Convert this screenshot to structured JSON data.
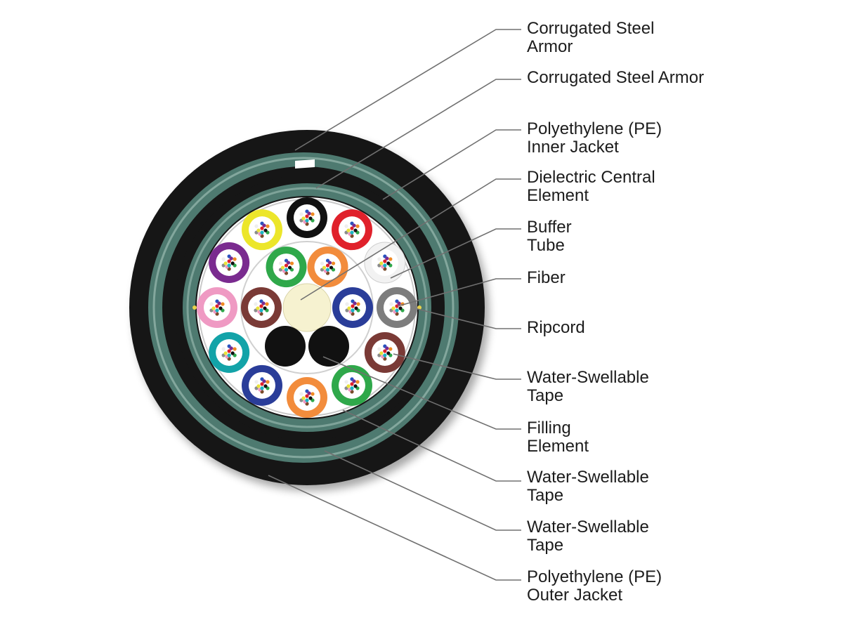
{
  "callouts": [
    {
      "key": "corrugated-armor-outer",
      "lines": [
        "Corrugated Steel",
        "Armor"
      ]
    },
    {
      "key": "corrugated-armor-inner",
      "lines": [
        "Corrugated Steel Armor"
      ]
    },
    {
      "key": "pe-inner-jacket",
      "lines": [
        "Polyethylene (PE)",
        "Inner Jacket"
      ]
    },
    {
      "key": "dielectric-central-element",
      "lines": [
        "Dielectric Central",
        "Element"
      ]
    },
    {
      "key": "buffer-tube",
      "lines": [
        "Buffer",
        "Tube"
      ]
    },
    {
      "key": "fiber",
      "lines": [
        "Fiber"
      ]
    },
    {
      "key": "ripcord",
      "lines": [
        "Ripcord"
      ]
    },
    {
      "key": "water-swellable-tape-1",
      "lines": [
        "Water-Swellable",
        "Tape"
      ]
    },
    {
      "key": "filling-element",
      "lines": [
        "Filling",
        "Element"
      ]
    },
    {
      "key": "water-swellable-tape-2",
      "lines": [
        "Water-Swellable",
        "Tape"
      ]
    },
    {
      "key": "water-swellable-tape-3",
      "lines": [
        "Water-Swellable",
        "Tape"
      ]
    },
    {
      "key": "pe-outer-jacket",
      "lines": [
        "Polyethylene (PE)",
        "Outer Jacket"
      ]
    }
  ],
  "colors": {
    "outer_jacket": "#161616",
    "armor": "#4e7a70",
    "armor_highlight": "#a6c4bb",
    "core_background": "#ffffff",
    "central_element": "#f6f2d0",
    "filling_element": "#111111",
    "leader_line": "#707070",
    "ripcord": "#e8d24a"
  },
  "tube_colors": {
    "outer_ring": [
      "black",
      "red",
      "white",
      "gray",
      "brown",
      "green",
      "orange",
      "blue",
      "teal",
      "pink",
      "purple",
      "yellow"
    ],
    "inner_ring": [
      "orange",
      "blue",
      "brown",
      "green"
    ]
  },
  "palette": {
    "black": "#111111",
    "red": "#e0212b",
    "white": "#f2f2f2",
    "gray": "#7d7d7d",
    "brown": "#7a3a36",
    "green": "#2fa84a",
    "orange": "#f28c3c",
    "blue": "#2a3d99",
    "teal": "#13a3a8",
    "pink": "#ef9ac3",
    "purple": "#7a2b8f",
    "yellow": "#ece62a"
  },
  "fiber_colors": [
    "#2a52be",
    "#f08a24",
    "#2ea84a",
    "#7a4a2a",
    "#8c8c8c",
    "#eeeeee",
    "#e0212b",
    "#111111",
    "#e9e23a",
    "#7a2b8f",
    "#f096c0",
    "#18b5c4"
  ]
}
